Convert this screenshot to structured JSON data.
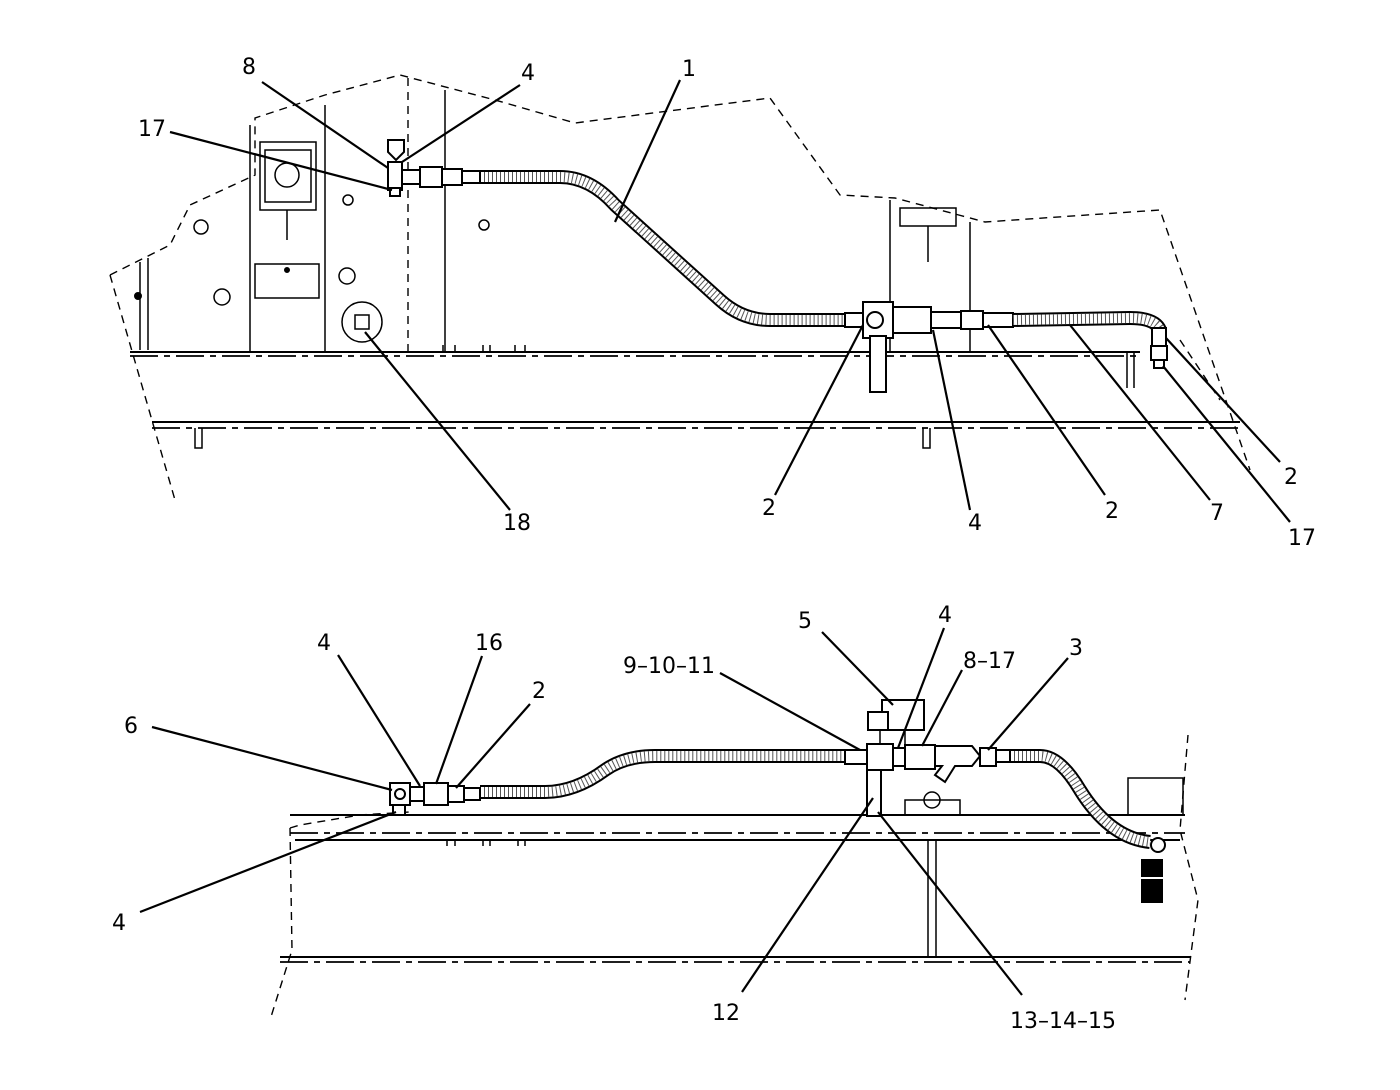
{
  "top_view": {
    "callouts": [
      {
        "id": "c-8",
        "label": "8"
      },
      {
        "id": "c-4a",
        "label": "4"
      },
      {
        "id": "c-1",
        "label": "1"
      },
      {
        "id": "c-17a",
        "label": "17"
      },
      {
        "id": "c-18",
        "label": "18"
      },
      {
        "id": "c-2a",
        "label": "2"
      },
      {
        "id": "c-4b",
        "label": "4"
      },
      {
        "id": "c-2b",
        "label": "2"
      },
      {
        "id": "c-7",
        "label": "7"
      },
      {
        "id": "c-2c",
        "label": "2"
      },
      {
        "id": "c-17b",
        "label": "17"
      }
    ]
  },
  "bottom_view": {
    "callouts": [
      {
        "id": "c-6",
        "label": "6"
      },
      {
        "id": "c-4c",
        "label": "4"
      },
      {
        "id": "c-16",
        "label": "16"
      },
      {
        "id": "c-2d",
        "label": "2"
      },
      {
        "id": "c-4d",
        "label": "4"
      },
      {
        "id": "c-5",
        "label": "5"
      },
      {
        "id": "c-4e",
        "label": "4"
      },
      {
        "id": "c-9-10-11",
        "label": "9–10–11"
      },
      {
        "id": "c-8-17",
        "label": "8–17"
      },
      {
        "id": "c-3",
        "label": "3"
      },
      {
        "id": "c-12",
        "label": "12"
      },
      {
        "id": "c-13-14-15",
        "label": "13–14–15"
      }
    ]
  }
}
